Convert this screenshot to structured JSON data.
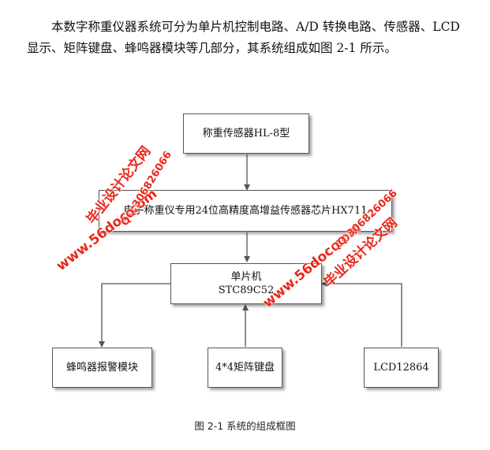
{
  "paragraph": "本数字称重仪器系统可分为单片机控制电路、A/D 转换电路、传感器、LCD 显示、矩阵键盘、蜂鸣器模块等几部分，其系统组成如图 2-1 所示。",
  "diagram": {
    "sensor": "称重传感器HL-8型",
    "adc": "电子称重仪专用24位高精度高增益传感器芯片HX711",
    "mcu_line1": "单片机",
    "mcu_line2": "STC89C52",
    "buzzer": "蜂鸣器报警模块",
    "keypad": "4*4矩阵键盘",
    "lcd": "LCD12864"
  },
  "watermark": {
    "site_left": "www.56doc.com",
    "qq_left": "QQ:306826066",
    "brand_left": "毕业设计论文网",
    "site_right": "www.56doc.com",
    "qq_right": "QQ:306826066",
    "brand_right": "毕业设计论文网"
  },
  "caption": "图 2-1  系统的组成框图",
  "colors": {
    "watermark": "#e8281c",
    "border": "#555555"
  }
}
